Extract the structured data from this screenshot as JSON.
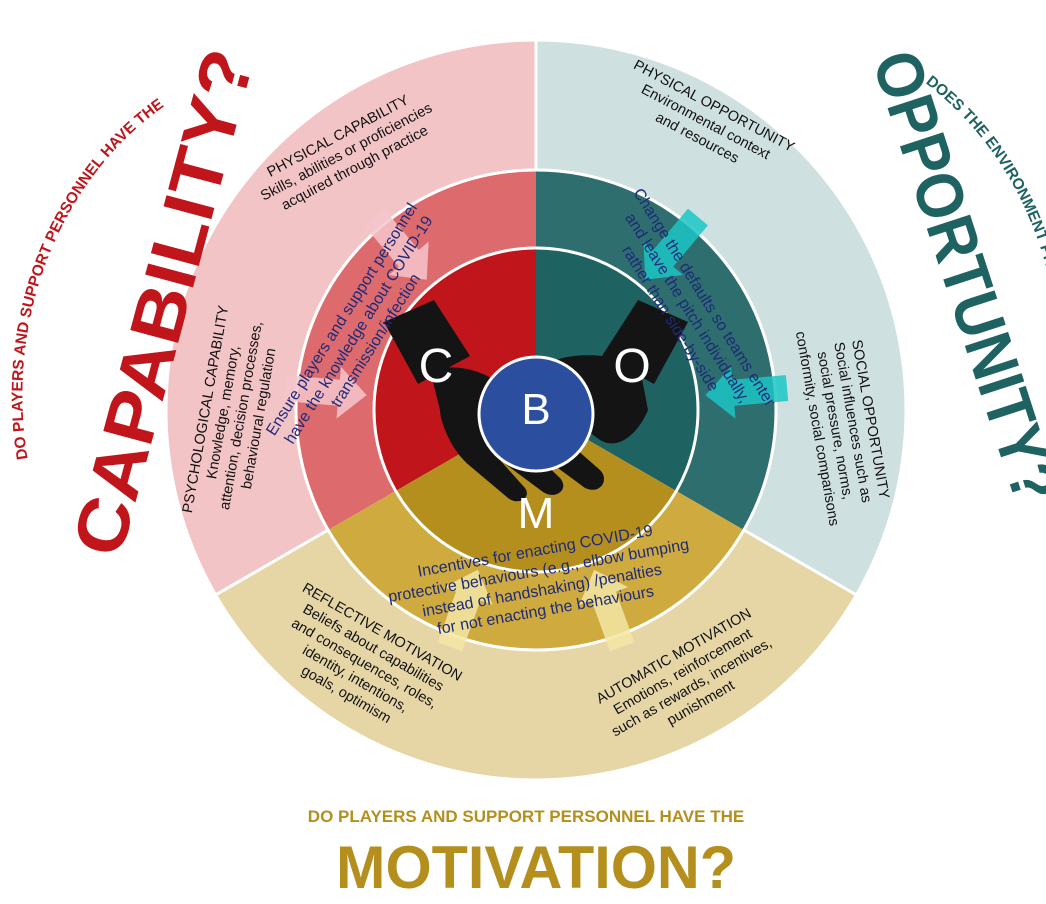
{
  "colors": {
    "capability_outer": "#f2c4c6",
    "capability_mid": "#dd6b6e",
    "capability_inner": "#c0161b",
    "capability_title": "#c0161b",
    "opportunity_outer": "#cfe0e0",
    "opportunity_mid": "#2e6e6f",
    "opportunity_inner": "#1f6262",
    "opportunity_title": "#1f6262",
    "motivation_outer": "#e6d6a6",
    "motivation_mid": "#cfab3f",
    "motivation_inner": "#b58f1e",
    "motivation_title": "#b58f1e",
    "center": "#2b4f9e",
    "intervention_text": "#1e2b78",
    "arrow_pink": "#f6c6cc",
    "arrow_cyan": "#1cc6c6",
    "arrow_yellow": "#f3e6a4"
  },
  "questions": {
    "capability_pre": "DO PLAYERS AND SUPPORT PERSONNEL HAVE THE",
    "capability_main": "CAPABILITY?",
    "opportunity_pre": "DOES THE ENVIRONMENT PROVIDE THE NECESSARY",
    "opportunity_main": "OPPORTUNITY?",
    "motivation_pre": "DO PLAYERS AND SUPPORT PERSONNEL HAVE THE",
    "motivation_main": "MOTIVATION?"
  },
  "outer_segments": {
    "physical_capability": [
      "PHYSICAL CAPABILITY",
      "Skills, abilities or proficiencies",
      "acquired through practice"
    ],
    "psychological_capability": [
      "PSYCHOLOGICAL CAPABILITY",
      "Knowledge, memory,",
      "attention, decision processes,",
      "behavioural regulation"
    ],
    "physical_opportunity": [
      "PHYSICAL OPPORTUNITY",
      "Environmental context",
      "and resources"
    ],
    "social_opportunity": [
      "SOCIAL OPPORTUNITY",
      "Social influences such as",
      "social pressure, norms,",
      "conformity, social comparisons"
    ],
    "reflective_motivation": [
      "REFLECTIVE MOTIVATION",
      "Beliefs about capabilities",
      "and consequences, roles,",
      "identity, intentions,",
      "goals, optimism"
    ],
    "automatic_motivation": [
      "AUTOMATIC MOTIVATION",
      "Emotions, reinforcement",
      "such as rewards, incentives,",
      "punishment"
    ]
  },
  "interventions": {
    "capability": [
      "Ensure players and support personnel",
      "have the knowledge about COVID-19",
      "transmission/infection"
    ],
    "opportunity": [
      "Change the defaults so teams enter",
      "and leave the pitch individually,",
      "rather than side-by-side"
    ],
    "motivation": [
      "Incentives for enacting COVID-19",
      "protective behaviours (e.g., elbow bumping",
      "instead of handshaking) /penalties",
      "for not enacting the behaviours"
    ]
  },
  "core": {
    "c": "C",
    "o": "O",
    "m": "M",
    "b": "B"
  },
  "icons": {
    "center": "handshake-icon",
    "arrows": "arrow-icon"
  }
}
